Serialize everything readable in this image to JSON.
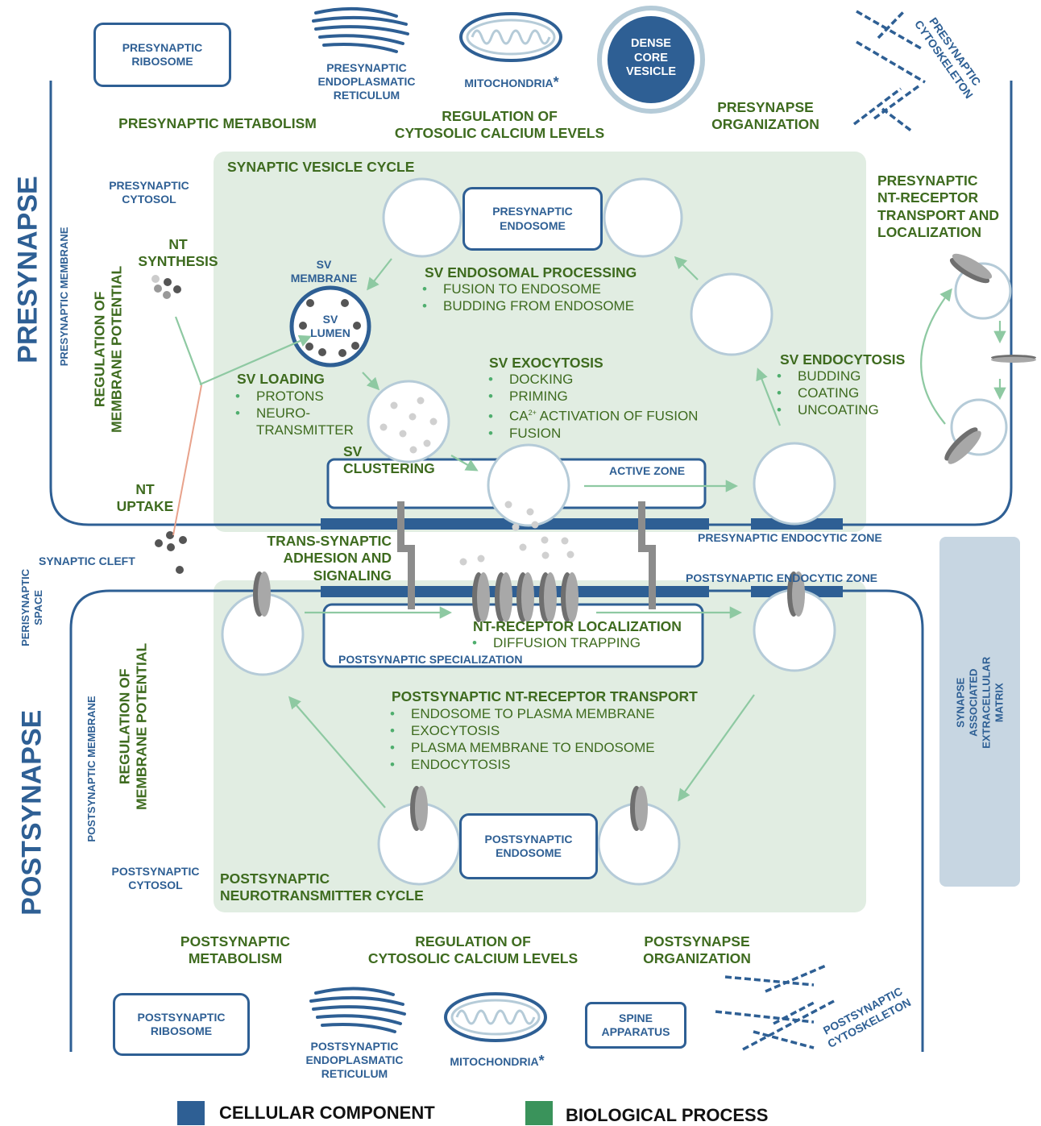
{
  "colors": {
    "cellular_component": "#2e5f94",
    "biological_process": "#3a935b",
    "process_panel": "#e1ede2",
    "membrane": "#2e5f94",
    "ecm": "#c7d6e2",
    "arrow": "#8ec9a2"
  },
  "sides": {
    "presynapse": "PRESYNAPSE",
    "postsynapse": "POSTSYNAPSE"
  },
  "pre_top": {
    "ribosome": "PRESYNAPTIC\nRIBOSOME",
    "er": "PRESYNAPTIC\nENDOPLASMATIC\nRETICULUM",
    "mito": "MITOCHONDRIA",
    "mito_star": "*",
    "dcv": "DENSE\nCORE\nVESICLE",
    "cytoskeleton": "PRESYNAPTIC\nCYTOSKELETON",
    "metabolism": "PRESYNAPTIC METABOLISM",
    "calcium": "REGULATION OF\nCYTOSOLIC CALCIUM LEVELS",
    "organization": "PRESYNAPSE\nORGANIZATION"
  },
  "pre": {
    "cytosol": "PRESYNAPTIC\nCYTOSOL",
    "membrane": "PRESYNAPTIC MEMBRANE",
    "membrane_potential": "REGULATION OF\nMEMBRANE POTENTIAL",
    "nt_synthesis": "NT\nSYNTHESIS",
    "nt_uptake": "NT\nUPTAKE",
    "sv_cycle": "SYNAPTIC VESICLE CYCLE",
    "endosome": "PRESYNAPTIC\nENDOSOME",
    "endosomal_title": "SV ENDOSOMAL PROCESSING",
    "endosomal_items": [
      "FUSION TO ENDOSOME",
      "BUDDING FROM ENDOSOME"
    ],
    "sv_membrane": "SV\nMEMBRANE",
    "sv_lumen": "SV\nLUMEN",
    "loading_title": "SV LOADING",
    "loading_items": [
      "PROTONS",
      "NEURO-\nTRANSMITTER"
    ],
    "exo_title": "SV EXOCYTOSIS",
    "exo_items": [
      "DOCKING",
      "PRIMING",
      "CA",
      "FUSION"
    ],
    "exo_ca_sup": "2+",
    "exo_ca_rest": " ACTIVATION OF FUSION",
    "endo_title": "SV ENDOCYTOSIS",
    "endo_items": [
      "BUDDING",
      "COATING",
      "UNCOATING"
    ],
    "clustering": "SV\nCLUSTERING",
    "active_zone": "ACTIVE ZONE",
    "endocytic_zone": "PRESYNAPTIC ENDOCYTIC ZONE",
    "nt_receptor_transport": "PRESYNAPTIC\nNT-RECEPTOR\nTRANSPORT AND\nLOCALIZATION"
  },
  "cleft": {
    "label": "SYNAPTIC CLEFT",
    "adhesion": "TRANS-SYNAPTIC\nADHESION AND\nSIGNALING",
    "perisynaptic": "PERISYNAPTIC\nSPACE",
    "ecm": "SYNAPSE\nASSOCIATED\nEXTRACELLULAR\nMATRIX"
  },
  "post": {
    "endocytic_zone": "POSTSYNAPTIC ENDOCYTIC ZONE",
    "nt_loc_title": "NT-RECEPTOR LOCALIZATION",
    "nt_loc_items": [
      "DIFFUSION TRAPPING"
    ],
    "specialization": "POSTSYNAPTIC SPECIALIZATION",
    "transport_title": "POSTSYNAPTIC NT-RECEPTOR TRANSPORT",
    "transport_items": [
      "ENDOSOME TO PLASMA MEMBRANE",
      "EXOCYTOSIS",
      "PLASMA MEMBRANE TO ENDOSOME",
      "ENDOCYTOSIS"
    ],
    "membrane": "POSTSYNAPTIC MEMBRANE",
    "membrane_potential": "REGULATION OF\nMEMBRANE POTENTIAL",
    "cytosol": "POSTSYNAPTIC\nCYTOSOL",
    "nt_cycle": "POSTSYNAPTIC\nNEUROTRANSMITTER CYCLE",
    "endosome": "POSTSYNAPTIC\nENDOSOME"
  },
  "post_bottom": {
    "metabolism": "POSTSYNAPTIC\nMETABOLISM",
    "calcium": "REGULATION OF\nCYTOSOLIC CALCIUM LEVELS",
    "organization": "POSTSYNAPSE\nORGANIZATION",
    "ribosome": "POSTSYNAPTIC\nRIBOSOME",
    "er": "POSTSYNAPTIC\nENDOPLASMATIC\nRETICULUM",
    "mito": "MITOCHONDRIA",
    "mito_star": "*",
    "spine": "SPINE\nAPPARATUS",
    "cytoskeleton": "POSTSYNAPTIC\nCYTOSKELETON"
  },
  "legend": {
    "cellular_component": "CELLULAR COMPONENT",
    "biological_process": "BIOLOGICAL PROCESS"
  }
}
